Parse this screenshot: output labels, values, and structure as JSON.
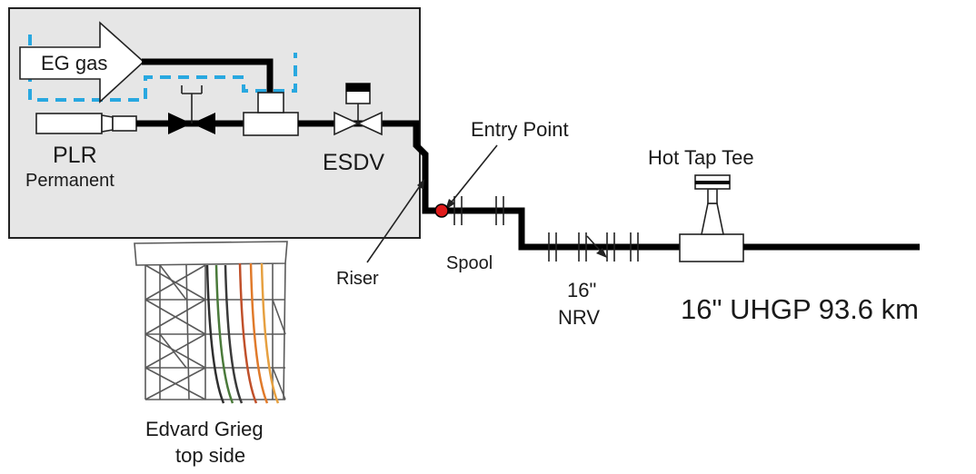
{
  "labels": {
    "eg_gas": "EG gas",
    "plr": "PLR",
    "permanent": "Permanent",
    "esdv": "ESDV",
    "entry_point": "Entry Point",
    "riser": "Riser",
    "spool": "Spool",
    "hot_tap_tee": "Hot Tap Tee",
    "nrv_size": "16\"",
    "nrv": "NRV",
    "pipeline": "16\" UHGP 93.6 km",
    "platform_line1": "Edvard Grieg",
    "platform_line2": "top side"
  },
  "colors": {
    "platform_box": "#e6e6e6",
    "dashed_outline": "#29a8e0",
    "entry_point": "#e01b1b",
    "riser_lines": [
      "#2f2f2f",
      "#4a7a3a",
      "#3a3a3a",
      "#c0502a",
      "#e07a2a",
      "#e6a040"
    ]
  }
}
